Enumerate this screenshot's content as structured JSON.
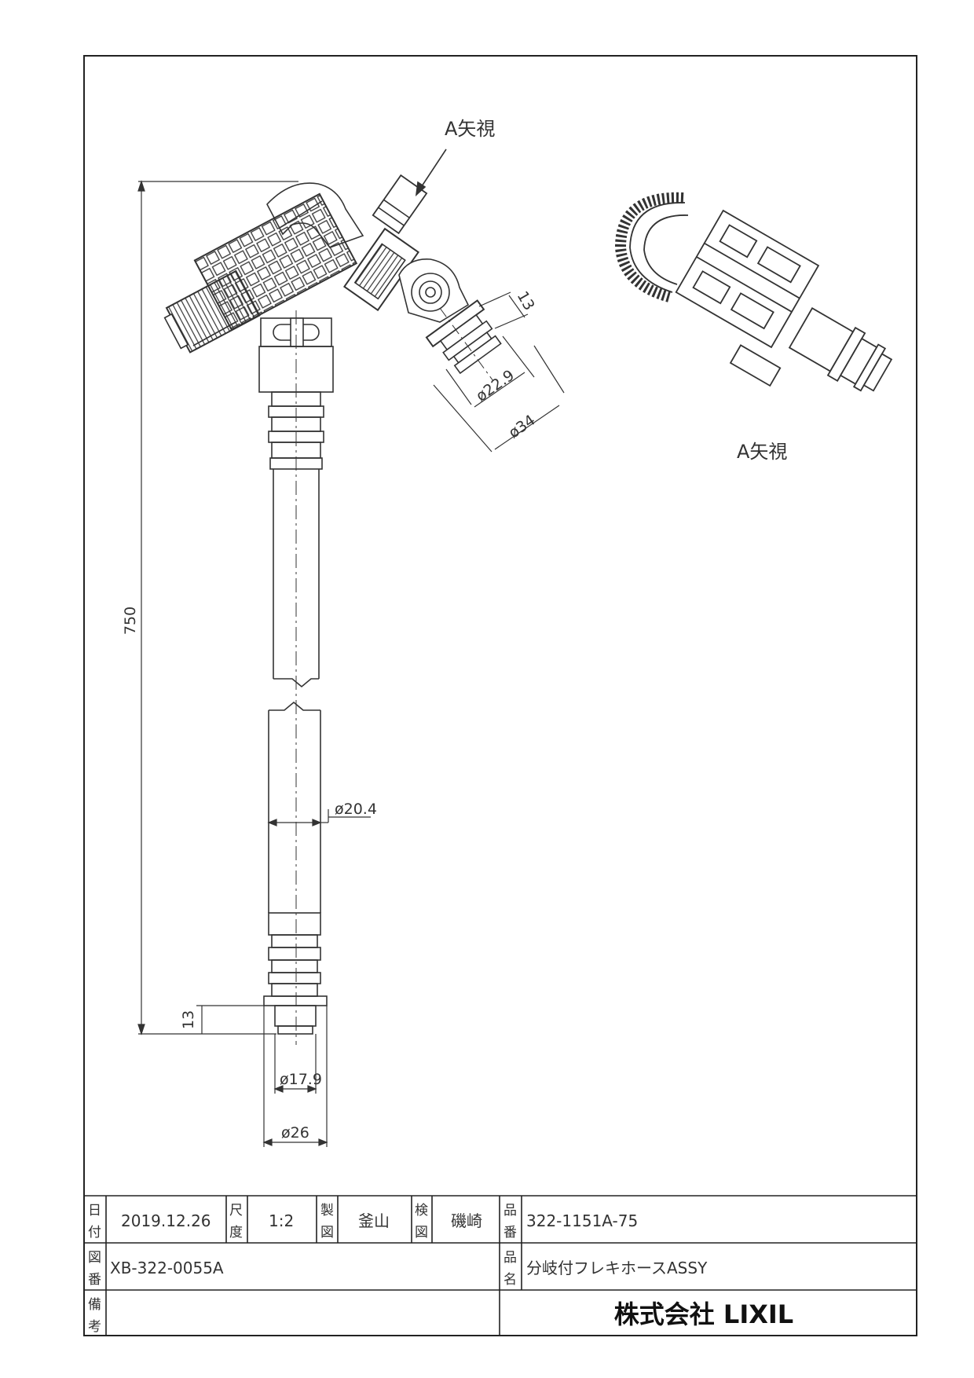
{
  "views": {
    "main_label": "A矢視",
    "side_label": "A矢視"
  },
  "dimensions": {
    "overall_length": "750",
    "hose_diameter": "ø20.4",
    "end_length": "13",
    "end_inner_diameter": "ø17.9",
    "end_outer_diameter": "ø26",
    "branch_length": "13",
    "branch_inner_diameter": "ø22.9",
    "branch_outer_diameter": "ø34"
  },
  "title_block": {
    "date_label": [
      "日",
      "付"
    ],
    "date_value": "2019.12.26",
    "scale_label": [
      "尺",
      "度"
    ],
    "scale_value": "1:2",
    "drafter_label": [
      "製",
      "図"
    ],
    "drafter_value": "釜山",
    "checker_label": [
      "検",
      "図"
    ],
    "checker_value": "磯崎",
    "part_no_label": [
      "品",
      "番"
    ],
    "part_no_value": "322-1151A-75",
    "drawing_no_label": [
      "図",
      "番"
    ],
    "drawing_no_value": "XB-322-0055A",
    "part_name_label": [
      "品",
      "名"
    ],
    "part_name_value": "分岐付フレキホースASSY",
    "remarks_label": [
      "備",
      "考"
    ],
    "company": "株式会社 LIXIL"
  }
}
